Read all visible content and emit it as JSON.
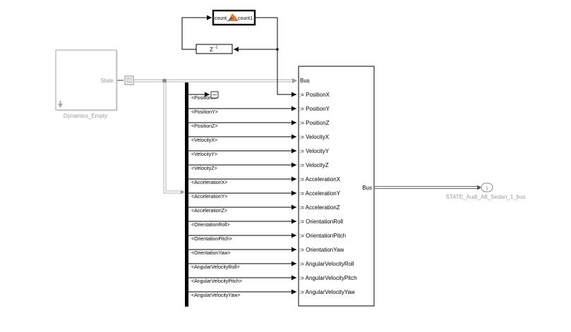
{
  "diagram": {
    "subsystem": {
      "name": "Dynamics_Empty",
      "output_port": "State"
    },
    "matlab_function": {
      "input_port": "count_",
      "output_port": "count1"
    },
    "unit_delay": {
      "label": "Z",
      "exponent": "-1"
    },
    "selector_outputs": [
      "<PositionX>",
      "<PositionY>",
      "<PositionZ>",
      "<VelocityX>",
      "<VelocityY>",
      "<VelocityZ>",
      "<AccelerationX>",
      "<AccelerationY>",
      "<AccelerationZ>",
      "<OrientationRoll>",
      "<OrientationPitch>",
      "<OrientationYaw>",
      "<AngularVelocityRoll>",
      "<AngularVelocityPitch>",
      "<AngularVelocityYaw>"
    ],
    "bus_assignment": {
      "bus_input": "Bus",
      "bus_output": "Bus",
      "assignments": [
        ":= PositionX",
        ":= PositionY",
        ":= PositionZ",
        ":= VelocityX",
        ":= VelocityY",
        ":= VelocityZ",
        ":= AccelerationX",
        ":= AccelerationY",
        ":= AccelerationZ",
        ":= OrientationRoll",
        ":= OrientationPitch",
        ":= OrientationYaw",
        ":= AngularVelocityRoll",
        ":= AngularVelocityPitch",
        ":= AngularVelocityYaw"
      ]
    },
    "outport": {
      "number": "1",
      "name": "STATE_Audi_A8_Sedan_1_bus"
    }
  },
  "colors": {
    "line": "#000000",
    "bus_line": "#9a9a9a",
    "grey_block": "#b5b5b5",
    "grey_text": "#9b9b9b",
    "matlab_orange": "#e87a2c",
    "matlab_blue": "#2f6fb0"
  }
}
